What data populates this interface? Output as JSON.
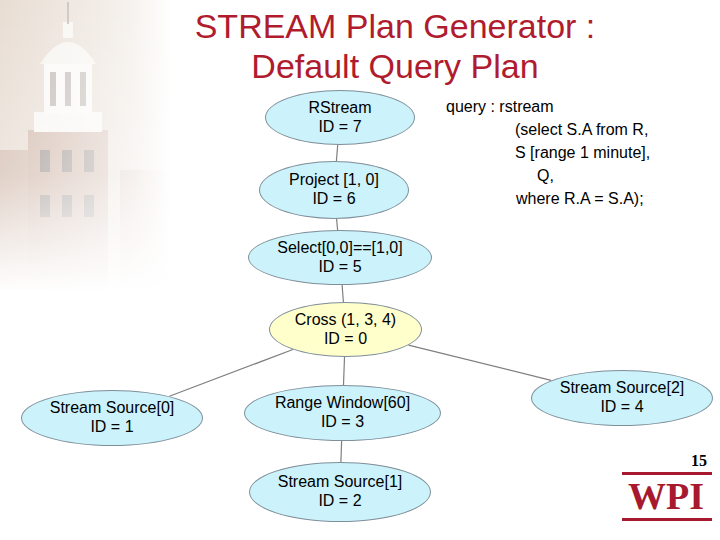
{
  "diagram": {
    "title": "STREAM Plan Generator : Default Query Plan",
    "nodes": [
      {
        "text": [
          "RStream ID = 7"
        ]
      },
      {
        "text": [
          "Project [1, 0] ID = 6"
        ]
      },
      {
        "text": [
          "Select[0,0]==[1,0] ID = 5"
        ]
      },
      {
        "text": [
          "Cross (1, 3, 4) ID = 0"
        ]
      },
      {
        "text": [
          "Stream Source[0] ID = 1"
        ]
      },
      {
        "text": [
          "Range Window[60] ID = 3"
        ]
      },
      {
        "text": [
          "Stream Source[2] ID = 4"
        ]
      },
      {
        "text": [
          "Stream Source[1] ID = 2"
        ]
      }
    ],
    "edges": [
      {
        "from": 0,
        "to": 1,
        "arrow": "none"
      },
      {
        "from": 1,
        "to": 2,
        "arrow": "none"
      },
      {
        "from": 2,
        "to": 3,
        "arrow": "none"
      },
      {
        "from": 3,
        "to": 4,
        "arrow": "none"
      },
      {
        "from": 3,
        "to": 5,
        "arrow": "none"
      },
      {
        "from": 3,
        "to": 6,
        "arrow": "none"
      },
      {
        "from": 5,
        "to": 7,
        "arrow": "none"
      }
    ],
    "labels": [
      "query : rstream",
      "(select S.A from R,",
      "S [range 1 minute],",
      "Q,",
      "where R.A = S.A);",
      "15",
      "WPI"
    ]
  }
}
